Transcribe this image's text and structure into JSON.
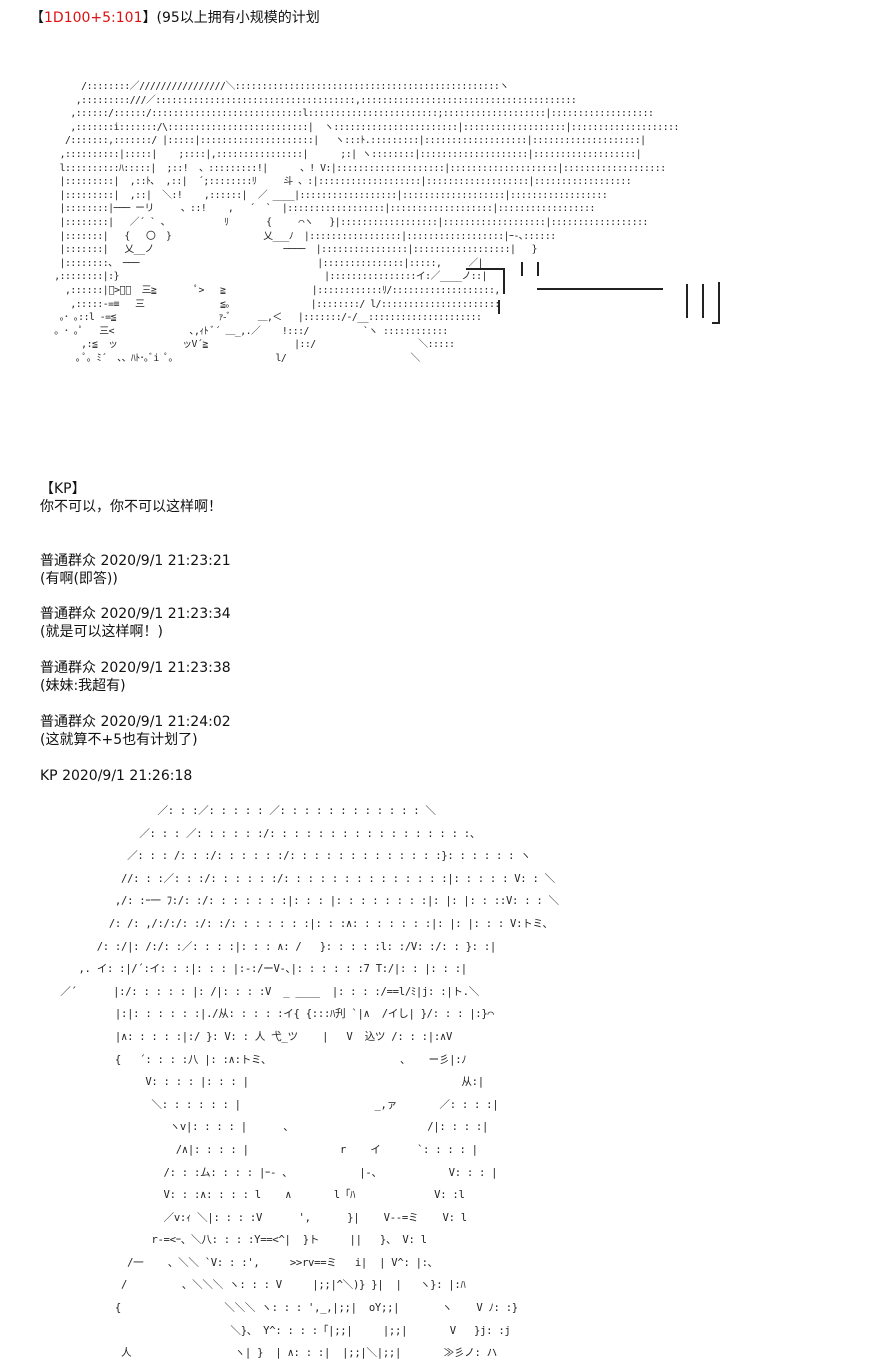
{
  "header": {
    "open": "【",
    "roll": "1D100+5:101",
    "close": "】",
    "text": "(95以上拥有小规模的计划"
  },
  "art_top": [
    "        /::::::::／////////////////＼:::::::::::::::::::::::::::::::::::::::::::::::::ヽ",
    "       ,:::::::::///／:::::::::::::::::::::::::::::::::::::,::::::::::::::::::::::::::::::::::::::::",
    "      ,::::::/::::::/::::::::::::::::::::::::::::l::::::::::::::::::::::::;:::::::::::::::::::|:::::::::::::::::::",
    "      ,:::::::i:::::::/\\::::::::::::::::::::::::::|  ヽ:::::::::::::::::::::::|:::::::::::::::::::|::::::::::::::::::::",
    "     /:::::::,:::::::/ |:::::|:::::::::::::::::::::|   ヽ:::ﾄ.:::::::::|:::::::::::::::::::|::::::::::::::::::::|",
    "    ,::::::::::|:::::|    ;::::|,::::::::::::::::|      ;:| ヽ::::::::|::::::::::::::::::::|:::::::::::::::::::|",
    "    l::::::::::ﾊ:::::|  ;::!  、:::::::::!|      、! V:|::::::::::::::::::::|::::::::::::::::::::|:::::::::::::::::::",
    "    |:::::::::|  ,::ﾄ､  ,::|  ´;::::::::ﾘ     斗 、:|:::::::::::::::::::|:::::::::::::::::::|::::::::::::::::::",
    "    |:::::::::|  ,::|  ＼:!    ,::::::|  ／ ____|::::::::::::::::::|:::::::::::::::::::|::::::::::::::::::",
    "    |::::::::|─── ーリ     、::!    ,   ´  `  |::::::::::::::::::|:::::::::::::::::::|::::::::::::::::::",
    "    |::::::::|   ／´ ` 、          ﾘ       {     ⌒ヽ   }|::::::::::::::::::|:::::::::::::::::::|::::::::::::::::::",
    "    |:::::::|   {   〇  }                 乂___ﾉ  |:::::::::::::::::|::::::::::::::::::|ｰ-､::::::",
    "    |:::::::|   乂__ノ                        ────  |::::::::::::::::|::::::::::::::::::|   }",
    "    |::::::::、 ───                                 |:::::::::::::::|:::::,     ／|",
    "   ,::::::::|:}                                      |::::::::::::::::イ:／____ノ::|",
    "     ,::::::|ﾟ>｡ﾟ  三≧       ﾟ>   ≧                |::::::::::::ﾘ/:::::::::::::::::::,",
    "      ,:::::-=≡   三              ≦｡               |::::::::/ l/::::::::::::::::::::::",
    "    ｡･ ｡::l -=≦                   ｧ-ﾞ     ＿,＜   |:::::::/-/__:::::::::::::::::::::",
    "   ｡ ･ ｡ﾟ   三<              ､,ｨﾄ ﾞ´ ＿_,.／    !:::/          `ヽ ::::::::::::",
    "        ,:≦  ッ            ッV´≧                |::/                   ＼:::::",
    "       ｡ ﾟ｡ ﾐ´  、、ﾊﾄ･｡ﾞi ﾟ｡                   l/                       ＼"
  ],
  "kp_block": {
    "name": "【KP】",
    "line": "你不可以，你不可以这样啊！"
  },
  "comments": [
    {
      "author": "普通群众",
      "time": "2020/9/1 21:23:21",
      "text": "(有啊(即答))"
    },
    {
      "author": "普通群众",
      "time": "2020/9/1 21:23:34",
      "text": "(就是可以这样啊！)"
    },
    {
      "author": "普通群众",
      "time": "2020/9/1 21:23:38",
      "text": "(妹妹:我超有)"
    },
    {
      "author": "普通群众",
      "time": "2020/9/1 21:24:02",
      "text": "(这就算不+5也有计划了)"
    }
  ],
  "kp_post": {
    "author": "KP",
    "time": "2020/9/1 21:26:18"
  },
  "art_bottom": [
    "                   ／: : :／: : : : : ／: : : : : : : : : : : : ＼",
    "                ／: : : ／: : : : : :/: : : : : : : : : : : : : : : : :、",
    "              ／: : : /: : :/: : : : : :/: : : : : : : : : : : : :}: : : : : : ヽ",
    "             //: : :／: : :/: : : : : :/: : : : : : : : : : : : : :|: : : : : V: : ＼",
    "            ,/: :ｰ一 ﾌ:/: :/: : : : : : :|: : : |: : : : : : : :|: |: |: : ::V: : : ＼",
    "           /: /: ,/:/:/: :/: :/: : : : : : :|: : :∧: : : : : : :|: |: |: : : V:トミ､",
    "         /: :/|: /:/: :／: : : :|: : : ∧: /   }: : : : :l: :/V: :/: : }: :|",
    "      ,. イ: :|/´:イ: : :|: : : |:-:/ーV-､|: : : : : :7 T:/|: : |: : :|",
    "   ／´      |:/: : : : : |: /|: : : :V  _ ____  |: : : :/==l/ﾐ|j: :|ト.＼",
    "            |:|: : : : : :|./从: : : : :イ{ {:::ﾊ刋 `|∧  /イし| }/: : : |:}⌒",
    "            |∧: : : : :|:/ }: V: : 人 弋_ツ    |   V  込ツ /: : :|:∧V",
    "            {   ´: : : :八 |: :∧:トミ､                      、   ー彡|:ﾉ",
    "                 V: : : : |: : : |                                   从:|",
    "                  ＼: : : : : : |                      _,ァ       ／: : : :|",
    "                     ヽv|: : : : |      、                      /|: : : :|",
    "                      /∧|: : : : |               r    イ      `: : : : |",
    "                    /: : :ム: : : : |ｰ‐ 、           |-、           V: : : |",
    "                    V: : :∧: : : : l    ∧       l「ﾊ             V: :l",
    "                    ／v:ｨ ＼|: : : :V      ',      }|    V--=ミ    V: l",
    "                  r-=<ｰ、＼八: : : :Y==<^|  }ト     ||   }、 V: l",
    "              /一    、＼＼ `V: : :',     >>rv==ミ   i|  | V^: |:､",
    "             /         、＼＼＼ ヽ: : : V     |;;|^＼)} }|  |   ヽ}: |:ﾊ",
    "            {                 ＼＼＼ ヽ: : : ',_,|;;|  oY;;|       ヽ    V ﾉ: :}",
    "                               ＼}、 Y^: : : :「|;;|     |;;|       V   }j: :j",
    "             人                 ヽ| }  | ∧: : :|  |;;|＼|;;|       ≫彡ノ: ハ"
  ]
}
